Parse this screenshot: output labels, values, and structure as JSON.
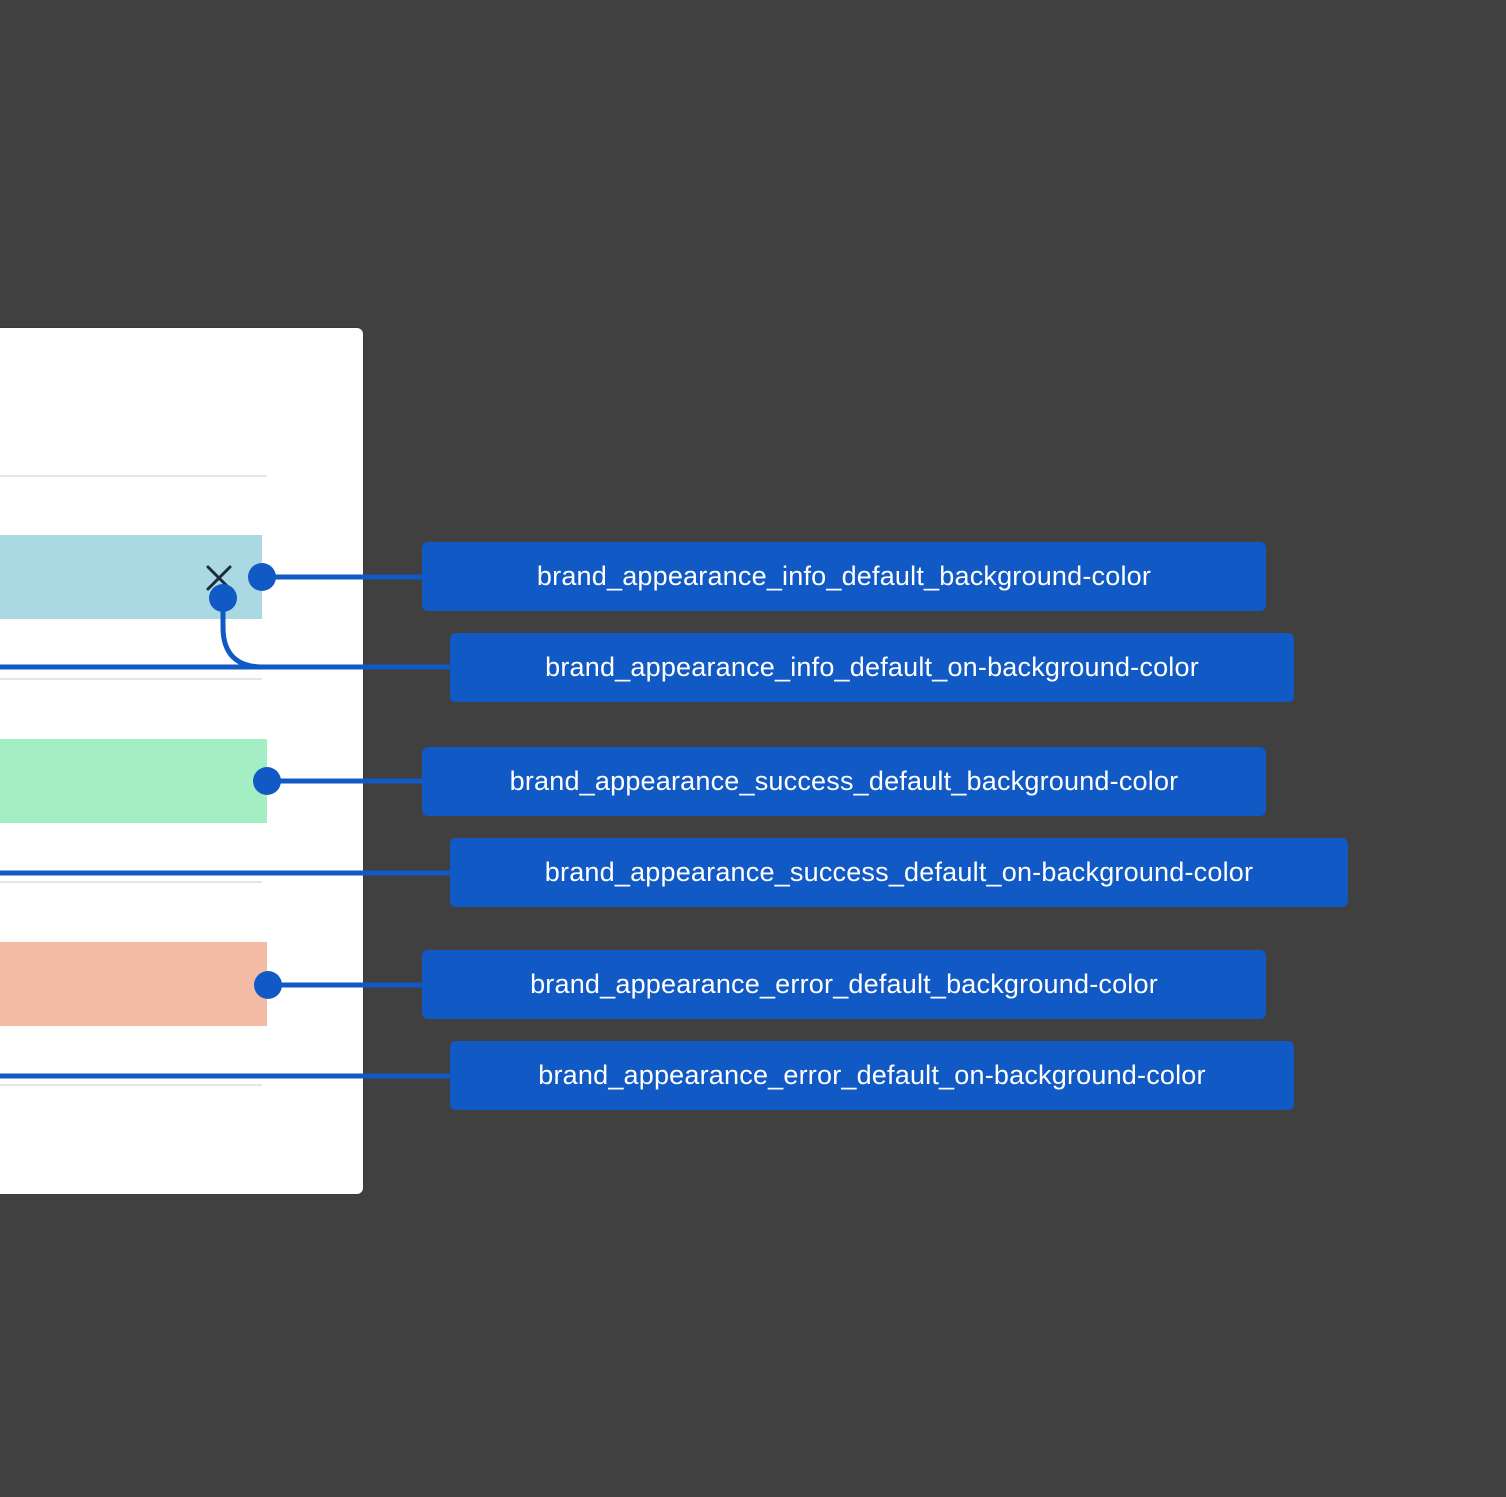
{
  "colors": {
    "background": "#404040",
    "panel": "#ffffff",
    "divider": "#e5e5e5",
    "accent": "#1159c4",
    "info_background": "#aad9e3",
    "success_background": "#a3efc3",
    "error_background": "#f4bba4",
    "icon": "#1a2b3c"
  },
  "icons": {
    "close": "close-icon"
  },
  "labels": [
    {
      "id": "info-bg",
      "text": "brand_appearance_info_default_background-color"
    },
    {
      "id": "info-on-bg",
      "text": "brand_appearance_info_default_on-background-color"
    },
    {
      "id": "success-bg",
      "text": "brand_appearance_success_default_background-color"
    },
    {
      "id": "success-on-bg",
      "text": "brand_appearance_success_default_on-background-color"
    },
    {
      "id": "error-bg",
      "text": "brand_appearance_error_default_background-color"
    },
    {
      "id": "error-on-bg",
      "text": "brand_appearance_error_default_on-background-color"
    }
  ]
}
